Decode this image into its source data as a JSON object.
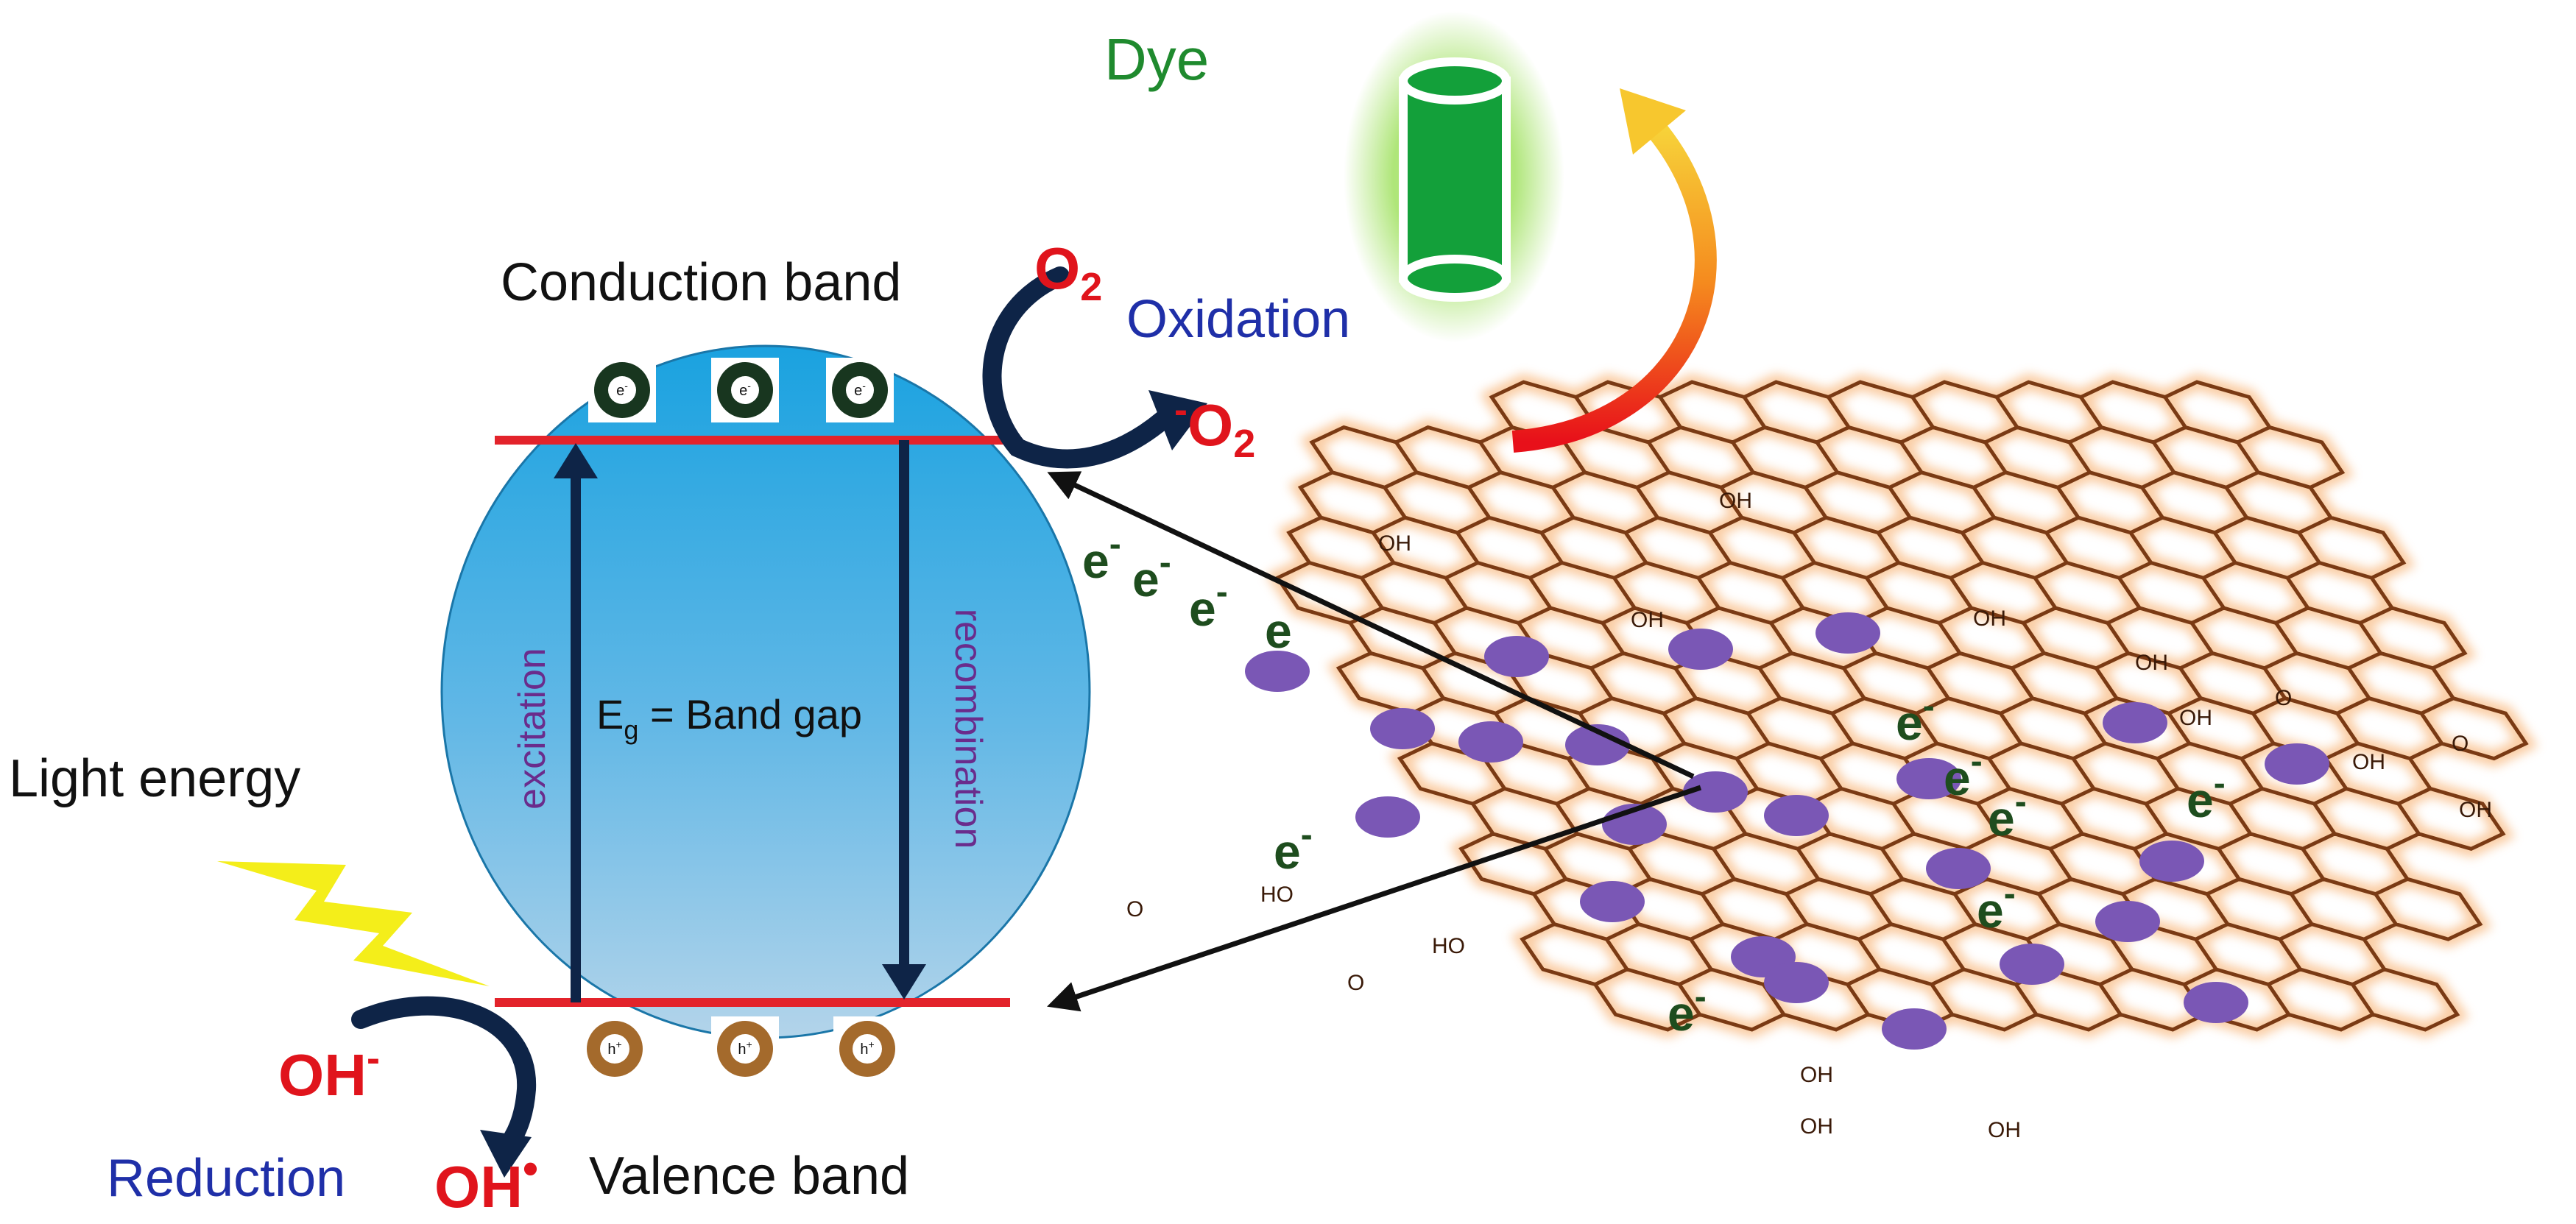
{
  "labels": {
    "dye": "Dye",
    "conduction_band": "Conduction band",
    "valence_band": "Valence band",
    "oxidation": "Oxidation",
    "reduction": "Reduction",
    "light_energy": "Light energy",
    "excitation": "excitation",
    "recombination": "recombination",
    "band_gap_E": "E",
    "band_gap_sub": "g",
    "band_gap_rest": " = Band gap"
  },
  "species": {
    "o2": "O",
    "o2_sub": "2",
    "superoxide_sup": "-",
    "superoxide": "O",
    "superoxide_sub": "2",
    "hydroxide": "OH",
    "hydroxide_sup": "-",
    "radical": "OH",
    "radical_sup": "•"
  },
  "carriers": {
    "electron": "e",
    "electron_charge": "-",
    "hole": "h",
    "hole_charge": "+"
  },
  "groups": {
    "oh": "OH",
    "ho": "HO",
    "o": "O"
  },
  "colors": {
    "dye_label": "#1f8a2e",
    "oxidation_label": "#1f2fa8",
    "reduction_label": "#1f2fa8",
    "species_red": "#e0141c",
    "band_line": "#e3232b",
    "sphere_top": "#1ca4e2",
    "sphere_bottom": "#a9cfe8",
    "graphene": "#7a3a14",
    "graphene_glow": "#f6a45a",
    "cluster": "#7a57b5",
    "arrow_dark": "#0e2447",
    "electron_green": "#1e4d1e",
    "process_purple": "#6a2c8c",
    "lightning": "#f4ee1a",
    "dye_cylinder": "#13a03a"
  }
}
